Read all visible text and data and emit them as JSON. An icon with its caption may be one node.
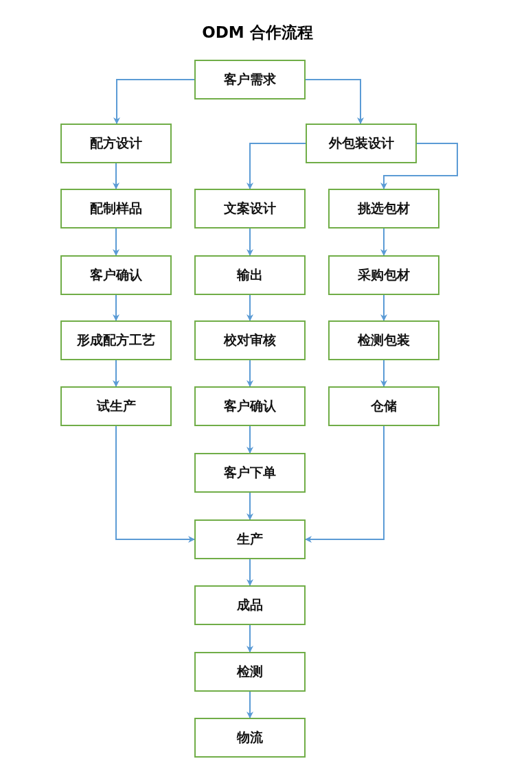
{
  "diagram": {
    "title": "ODM 合作流程",
    "nodes": [
      {
        "text": [
          "客户需求"
        ]
      },
      {
        "text": [
          "配方设计"
        ]
      },
      {
        "text": [
          "外包装设计"
        ]
      },
      {
        "text": [
          "配制样品"
        ]
      },
      {
        "text": [
          "文案设计"
        ]
      },
      {
        "text": [
          "挑选包材"
        ]
      },
      {
        "text": [
          "客户确认"
        ]
      },
      {
        "text": [
          "输出"
        ]
      },
      {
        "text": [
          "采购包材"
        ]
      },
      {
        "text": [
          "形成配方工艺"
        ]
      },
      {
        "text": [
          "校对审核"
        ]
      },
      {
        "text": [
          "检测包装"
        ]
      },
      {
        "text": [
          "试生产"
        ]
      },
      {
        "text": [
          "客户确认"
        ]
      },
      {
        "text": [
          "仓储"
        ]
      },
      {
        "text": [
          "客户下单"
        ]
      },
      {
        "text": [
          "生产"
        ]
      },
      {
        "text": [
          "成品"
        ]
      },
      {
        "text": [
          "检测"
        ]
      },
      {
        "text": [
          "物流"
        ]
      }
    ],
    "edges": [
      {
        "from": 0,
        "to": 1,
        "arrow": "to"
      },
      {
        "from": 0,
        "to": 2,
        "arrow": "to"
      },
      {
        "from": 1,
        "to": 3,
        "arrow": "to"
      },
      {
        "from": 2,
        "to": 4,
        "arrow": "to"
      },
      {
        "from": 2,
        "to": 5,
        "arrow": "to"
      },
      {
        "from": 3,
        "to": 6,
        "arrow": "to"
      },
      {
        "from": 4,
        "to": 7,
        "arrow": "to"
      },
      {
        "from": 5,
        "to": 8,
        "arrow": "to"
      },
      {
        "from": 6,
        "to": 9,
        "arrow": "to"
      },
      {
        "from": 7,
        "to": 10,
        "arrow": "to"
      },
      {
        "from": 8,
        "to": 11,
        "arrow": "to"
      },
      {
        "from": 9,
        "to": 12,
        "arrow": "to"
      },
      {
        "from": 10,
        "to": 13,
        "arrow": "to"
      },
      {
        "from": 11,
        "to": 14,
        "arrow": "to"
      },
      {
        "from": 13,
        "to": 15,
        "arrow": "to"
      },
      {
        "from": 15,
        "to": 16,
        "arrow": "to"
      },
      {
        "from": 12,
        "to": 16,
        "arrow": "to"
      },
      {
        "from": 14,
        "to": 16,
        "arrow": "to"
      },
      {
        "from": 16,
        "to": 17,
        "arrow": "to"
      },
      {
        "from": 17,
        "to": 18,
        "arrow": "to"
      },
      {
        "from": 18,
        "to": 19,
        "arrow": "to"
      }
    ]
  }
}
